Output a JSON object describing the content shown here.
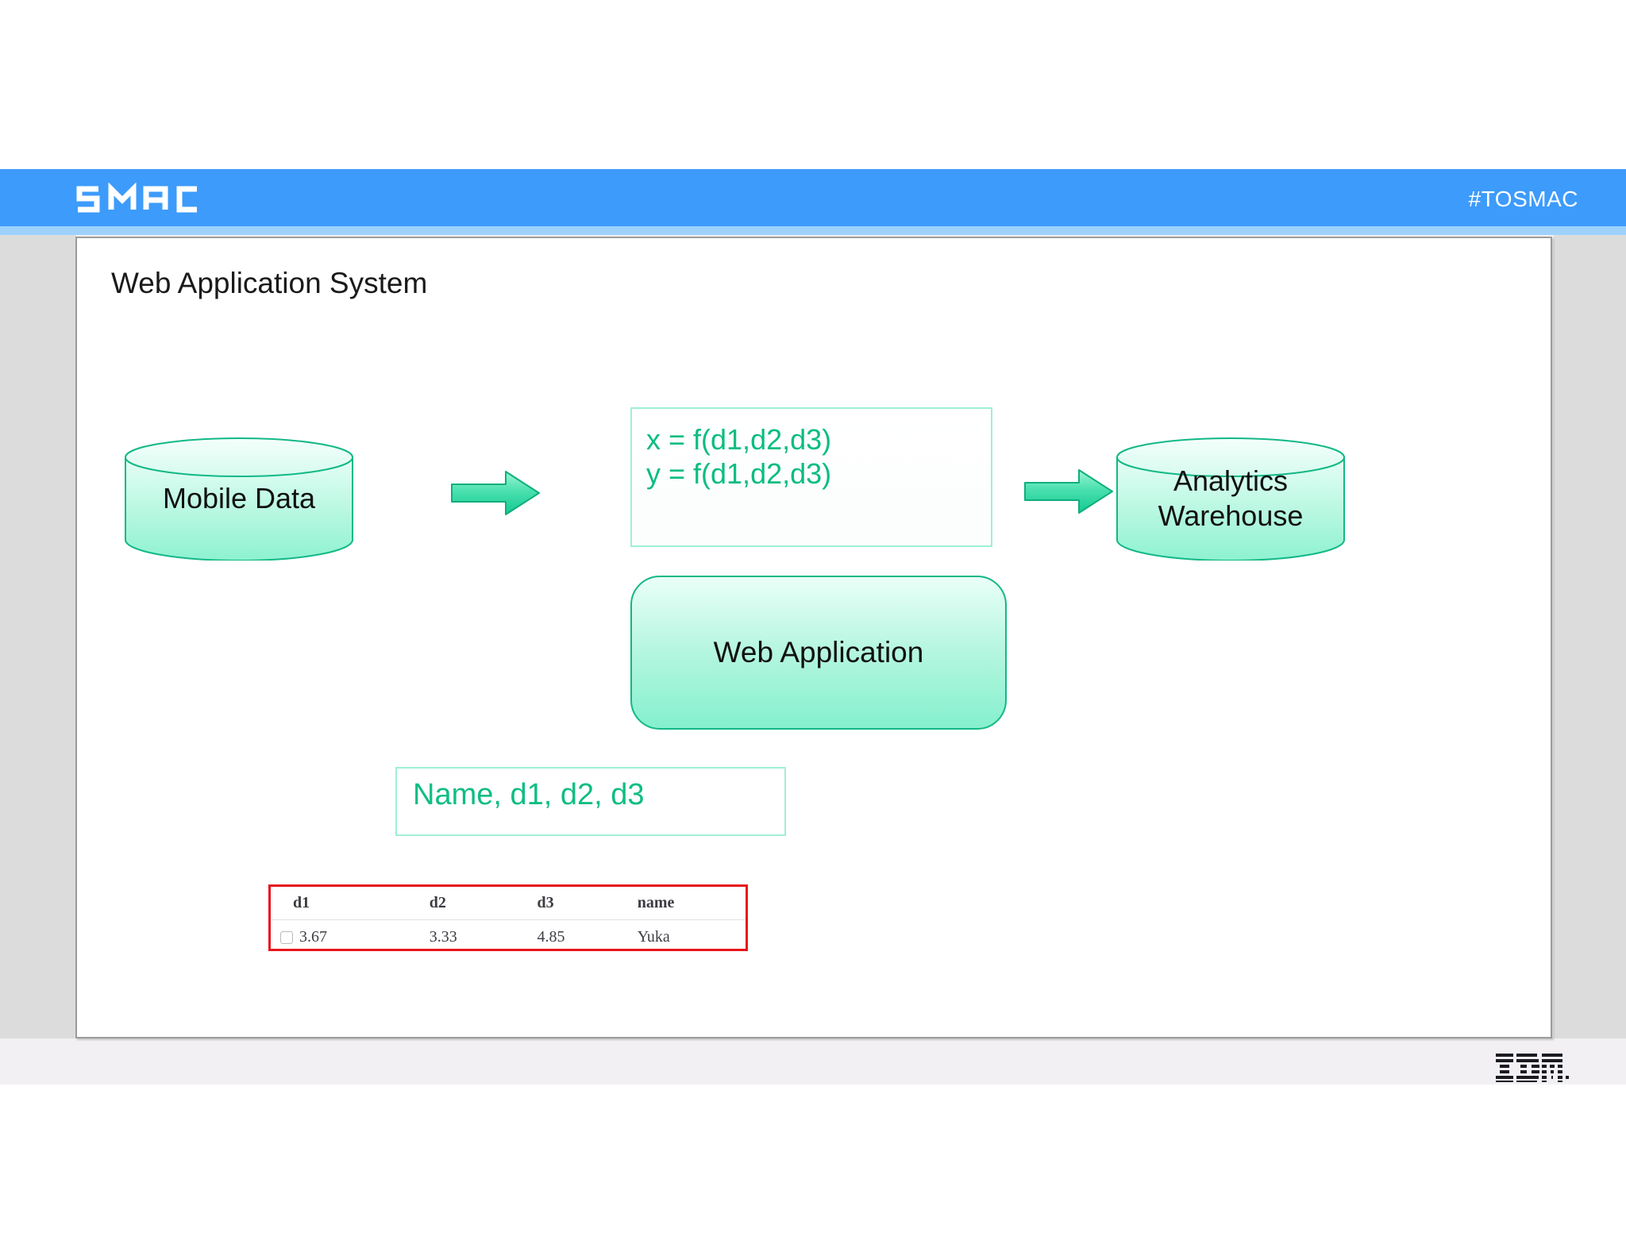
{
  "header": {
    "brand": "SMAC",
    "hashtag": "#TOSMAC",
    "bar_color": "#3d9bfb",
    "underline_color": "#9ed2fd"
  },
  "slide": {
    "title": "Web Application System",
    "accent_green": "#0bbd80",
    "shape_border": "#12b886",
    "callout_border": "#9ef0d5",
    "table_border": "#e8161b"
  },
  "diagram": {
    "formula": {
      "line1": "x = f(d1,d2,d3)",
      "line2": "y = f(d1,d2,d3)"
    },
    "source": {
      "label": "Mobile Data",
      "type": "cylinder"
    },
    "process": {
      "label": "Web Application",
      "type": "rounded-rect"
    },
    "sink": {
      "label_line1": "Analytics",
      "label_line2": "Warehouse",
      "type": "cylinder"
    },
    "fields_callout": "Name, d1, d2, d3",
    "arrows": [
      {
        "name": "arrow-source-to-process"
      },
      {
        "name": "arrow-process-to-sink"
      }
    ]
  },
  "table": {
    "columns": [
      "d1",
      "d2",
      "d3",
      "name"
    ],
    "rows": [
      {
        "d1": "3.67",
        "d2": "3.33",
        "d3": "4.85",
        "name": "Yuka"
      }
    ]
  },
  "footer": {
    "logo": "IBM"
  }
}
